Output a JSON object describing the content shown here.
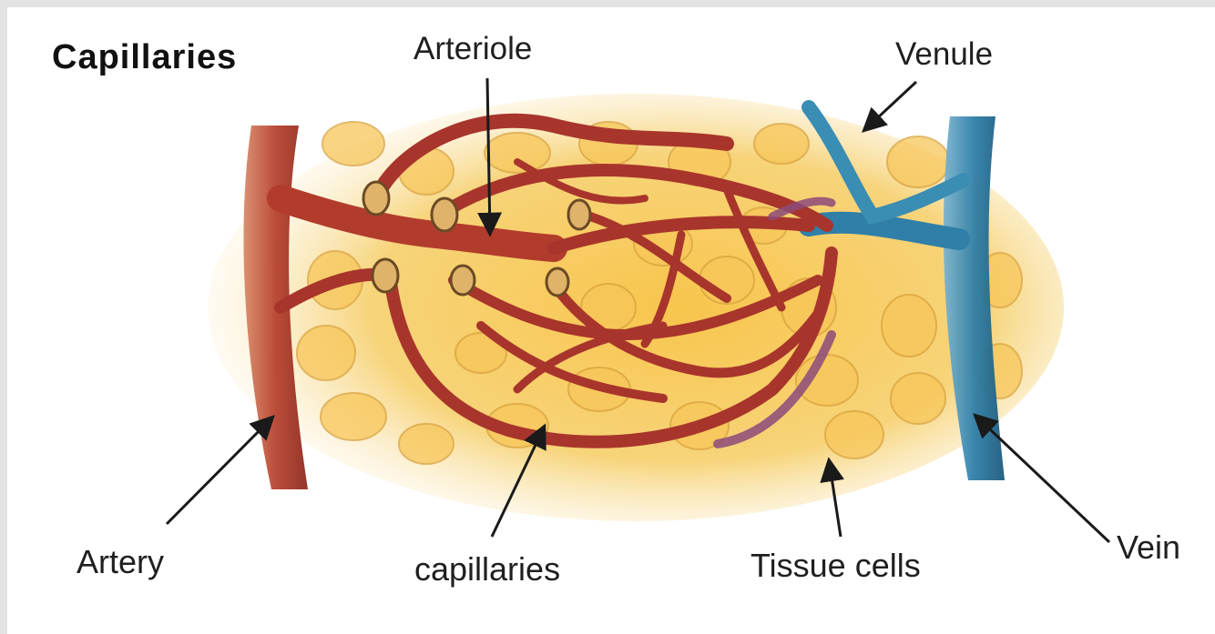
{
  "title": "Capillaries",
  "labels": {
    "arteriole": "Arteriole",
    "venule": "Venule",
    "artery": "Artery",
    "capillaries": "capillaries",
    "tissue_cells": "Tissue cells",
    "vein": "Vein"
  },
  "colors": {
    "artery": "#b8432f",
    "capillary": "#a8352c",
    "vein": "#2f7fa8",
    "tissue": "#f6c85a",
    "tissue_outline": "#d6a03a"
  }
}
